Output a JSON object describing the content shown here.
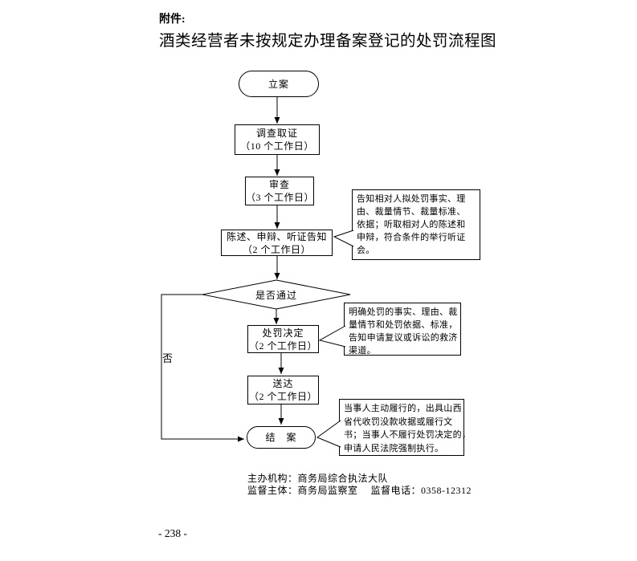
{
  "page": {
    "attachment_label": "附件:",
    "title": "酒类经营者未按规定办理备案登记的处罚流程图",
    "page_number": "- 238 -"
  },
  "flow": {
    "start_label": "立案",
    "investigate_label": "调查取证",
    "investigate_duration": "（10 个工作日）",
    "review_label": "审查",
    "review_duration": "（3 个工作日）",
    "notify_label": "陈述、申辩、听证告知",
    "notify_duration": "（2 个工作日）",
    "decision_label": "是否通过",
    "decision_no_label": "否",
    "penalty_label": "处罚决定",
    "penalty_duration": "（2 个工作日）",
    "deliver_label": "送达",
    "deliver_duration": "（2 个工作日）",
    "close_label": "结　案"
  },
  "callouts": {
    "notify_note": "告知相对人拟处罚事实、理\n由、裁量情节、裁量标准、\n依据；听取相对人的陈述和\n申辩，符合条件的举行听证\n会。",
    "penalty_note": "明确处罚的事实、理由、裁\n量情节和处罚依据、标准，\n告知申请复议或诉讼的救济\n渠道。",
    "close_note": "当事人主动履行的，出具山西\n省代收罚没款收据或履行文\n书；当事人不履行处罚决定的，\n申请人民法院强制执行。"
  },
  "footer": {
    "organizer": "主办机构：商务局综合执法大队",
    "supervisor": "监督主体：商务局监察室　 监督电话：0358-12312"
  },
  "colors": {
    "ink": "#000000",
    "paper": "#ffffff"
  }
}
